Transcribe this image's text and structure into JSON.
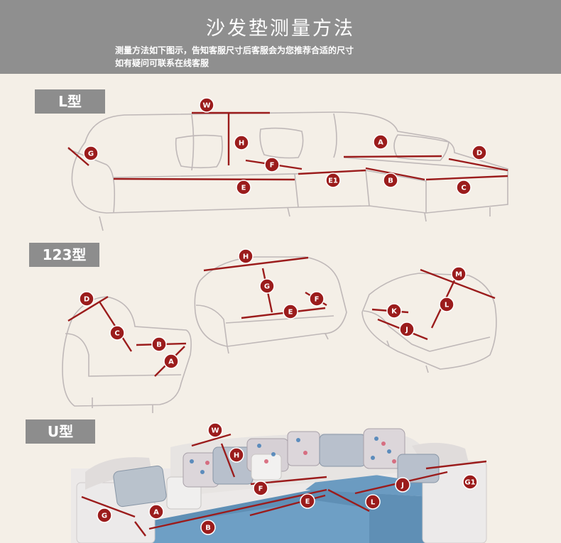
{
  "header": {
    "title": "沙发垫测量方法",
    "line1": "测量方法如下图示，告知客服尺寸后客服会为您推荐合适的尺寸",
    "line2": "如有疑问可联系在线客服"
  },
  "sections": {
    "l_type": "L型",
    "type_123": "123型",
    "u_type": "U型"
  },
  "colors": {
    "header_bg": "#8f8f8f",
    "tag_bg": "#8d8d8d",
    "marker": "#9b1c1c",
    "sketch": "#bfb8b8",
    "sofa_blue": "#5f8fb5"
  },
  "markers": {
    "l": {
      "W": "W",
      "H": "H",
      "G": "G",
      "F": "F",
      "A": "A",
      "D": "D",
      "E": "E",
      "E1": "E1",
      "B": "B",
      "C": "C"
    },
    "s1": {
      "D": "D",
      "C": "C",
      "B": "B",
      "A": "A"
    },
    "s2": {
      "H": "H",
      "G": "G",
      "F": "F",
      "E": "E"
    },
    "s3": {
      "M": "M",
      "L": "L",
      "K": "K",
      "J": "J"
    },
    "u": {
      "W": "W",
      "H": "H",
      "F": "F",
      "E": "E",
      "J": "J",
      "G1": "G1",
      "G": "G",
      "A": "A",
      "B": "B",
      "L": "L"
    }
  }
}
